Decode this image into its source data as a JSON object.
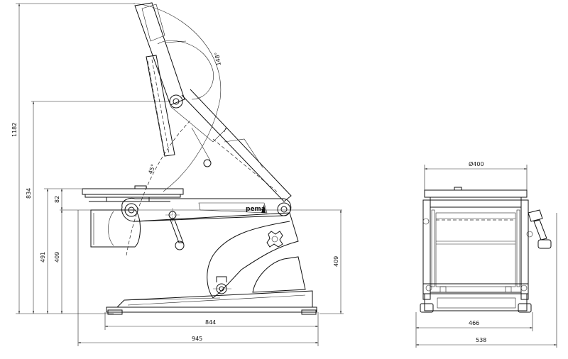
{
  "side_view": {
    "height_total": "1182",
    "height_axis": "834",
    "height_top": "491",
    "height_table": "409",
    "height_table_right": "409",
    "offset_small": "82",
    "width_base": "844",
    "width_total": "945",
    "angle_arc": "45°",
    "angle_open": "148°",
    "brand_label": "pema"
  },
  "front_view": {
    "table_diameter": "Ø400",
    "width_base": "466",
    "width_total": "538"
  }
}
